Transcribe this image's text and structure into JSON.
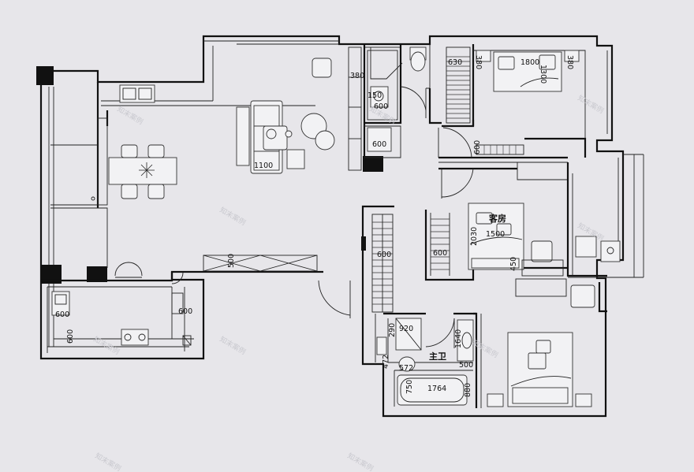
{
  "rooms": {
    "guest_room": "客房",
    "master_bath": "主卫"
  },
  "dimensions": {
    "d380_top": "380",
    "d150": "150",
    "d600_wc": "600",
    "d600_wc2": "600",
    "d630": "630",
    "d380_bed": "380",
    "d1800": "1800",
    "d380_bed2": "380",
    "d1300": "1300",
    "d1100": "1100",
    "d600_wardrobe": "600",
    "d500_tv": "500",
    "d600_corr": "600",
    "d600_guest": "600",
    "d2030": "2030",
    "d1500": "1500",
    "d450": "450",
    "d600_k1": "600",
    "d600_k2": "600",
    "d600_k3": "600",
    "d920": "920",
    "d290": "290",
    "d472": "472",
    "d572": "572",
    "d1640": "1640",
    "d500_bath": "500",
    "d750": "750",
    "d1764": "1764",
    "d880": "880"
  },
  "watermark": "知末案例"
}
